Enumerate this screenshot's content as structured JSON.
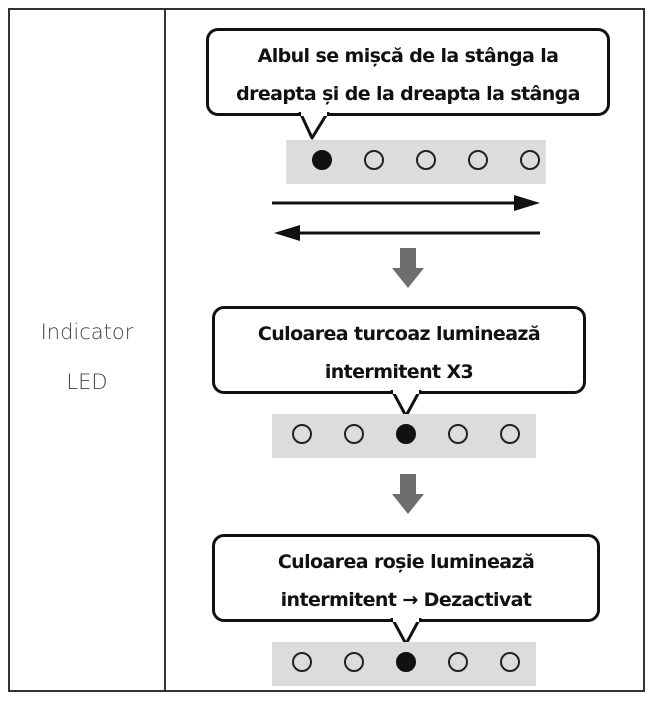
{
  "row_label": {
    "line1": "Indicator",
    "line2": "LED"
  },
  "steps": [
    {
      "caption_lines": [
        "Albul se mișcă de la stânga la",
        "dreapta și de la dreapta la stânga"
      ],
      "leds": [
        true,
        false,
        false,
        false,
        false
      ]
    },
    {
      "caption_lines": [
        "Culoarea turcoaz luminează",
        "intermitent X3"
      ],
      "leds": [
        false,
        false,
        true,
        false,
        false
      ]
    },
    {
      "caption_lines": [
        "Culoarea roșie luminează",
        "intermitent → Dezactivat"
      ],
      "leds": [
        false,
        false,
        true,
        false,
        false
      ]
    }
  ],
  "colors": {
    "border": "#333333",
    "strip": "#dcdcdc",
    "led_on": "#111111",
    "arrow_down": "#6e6e6e"
  },
  "icons": {
    "motion": "left-right-arrows-icon",
    "flow": "down-arrow-icon"
  }
}
